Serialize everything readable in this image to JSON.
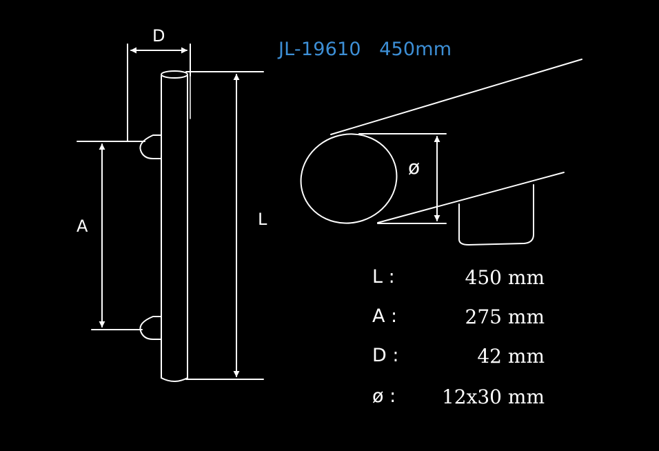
{
  "title": "JL-19610   450mm",
  "labels": {
    "d": "D",
    "a": "A",
    "l": "L",
    "phi": "ø"
  },
  "specs": [
    {
      "key": "L :",
      "value": "450 mm"
    },
    {
      "key": "A :",
      "value": "275 mm"
    },
    {
      "key": "D :",
      "value": "42 mm"
    },
    {
      "key": "ø :",
      "value": "12x30 mm"
    }
  ],
  "colors": {
    "background": "#000000",
    "line": "#ffffff",
    "title": "#3d8fd6"
  }
}
